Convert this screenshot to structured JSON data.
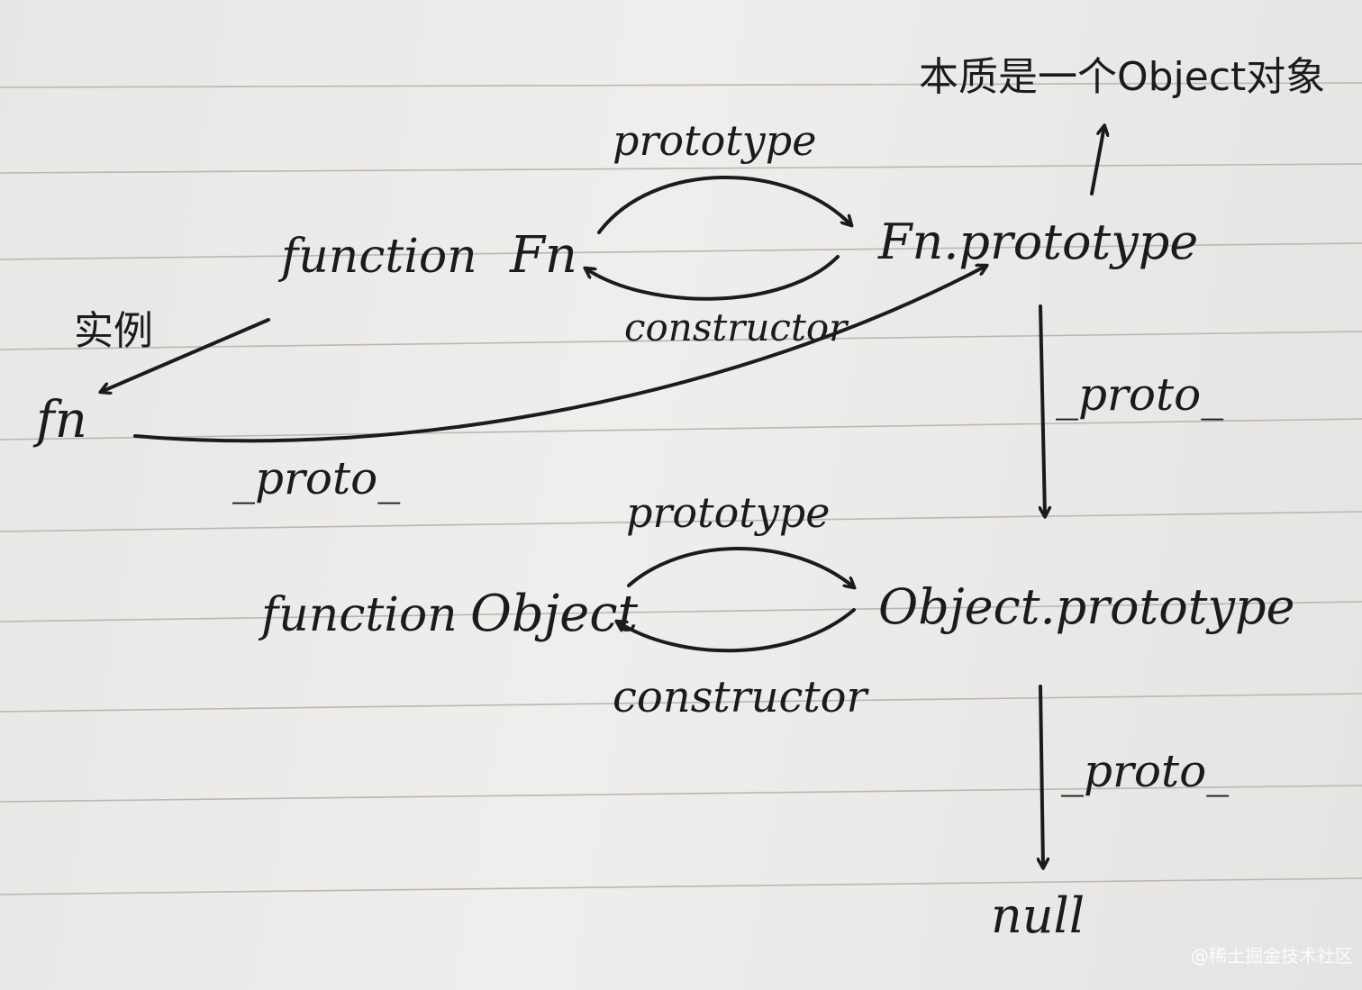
{
  "nodes": {
    "function_fn": "function",
    "fn_name": "Fn",
    "fn_prototype": "Fn.prototype",
    "instance": "fn",
    "function_object": "function",
    "object_name": "Object",
    "object_prototype": "Object.prototype",
    "null": "null"
  },
  "labels": {
    "top_note": "本质是一个Object对象",
    "instance_label": "实例",
    "prototype_top": "prototype",
    "constructor_top": "constructor",
    "prototype_bottom": "prototype",
    "constructor_bottom": "constructor",
    "proto_right_top": "_proto_",
    "proto_left": "_proto_",
    "proto_right_bottom": "_proto_"
  },
  "watermark": "@稀土掘金技术社区",
  "colors": {
    "ink": "#1b1b1b",
    "paper": "#eceae8",
    "rule": "#b9b6b3"
  }
}
